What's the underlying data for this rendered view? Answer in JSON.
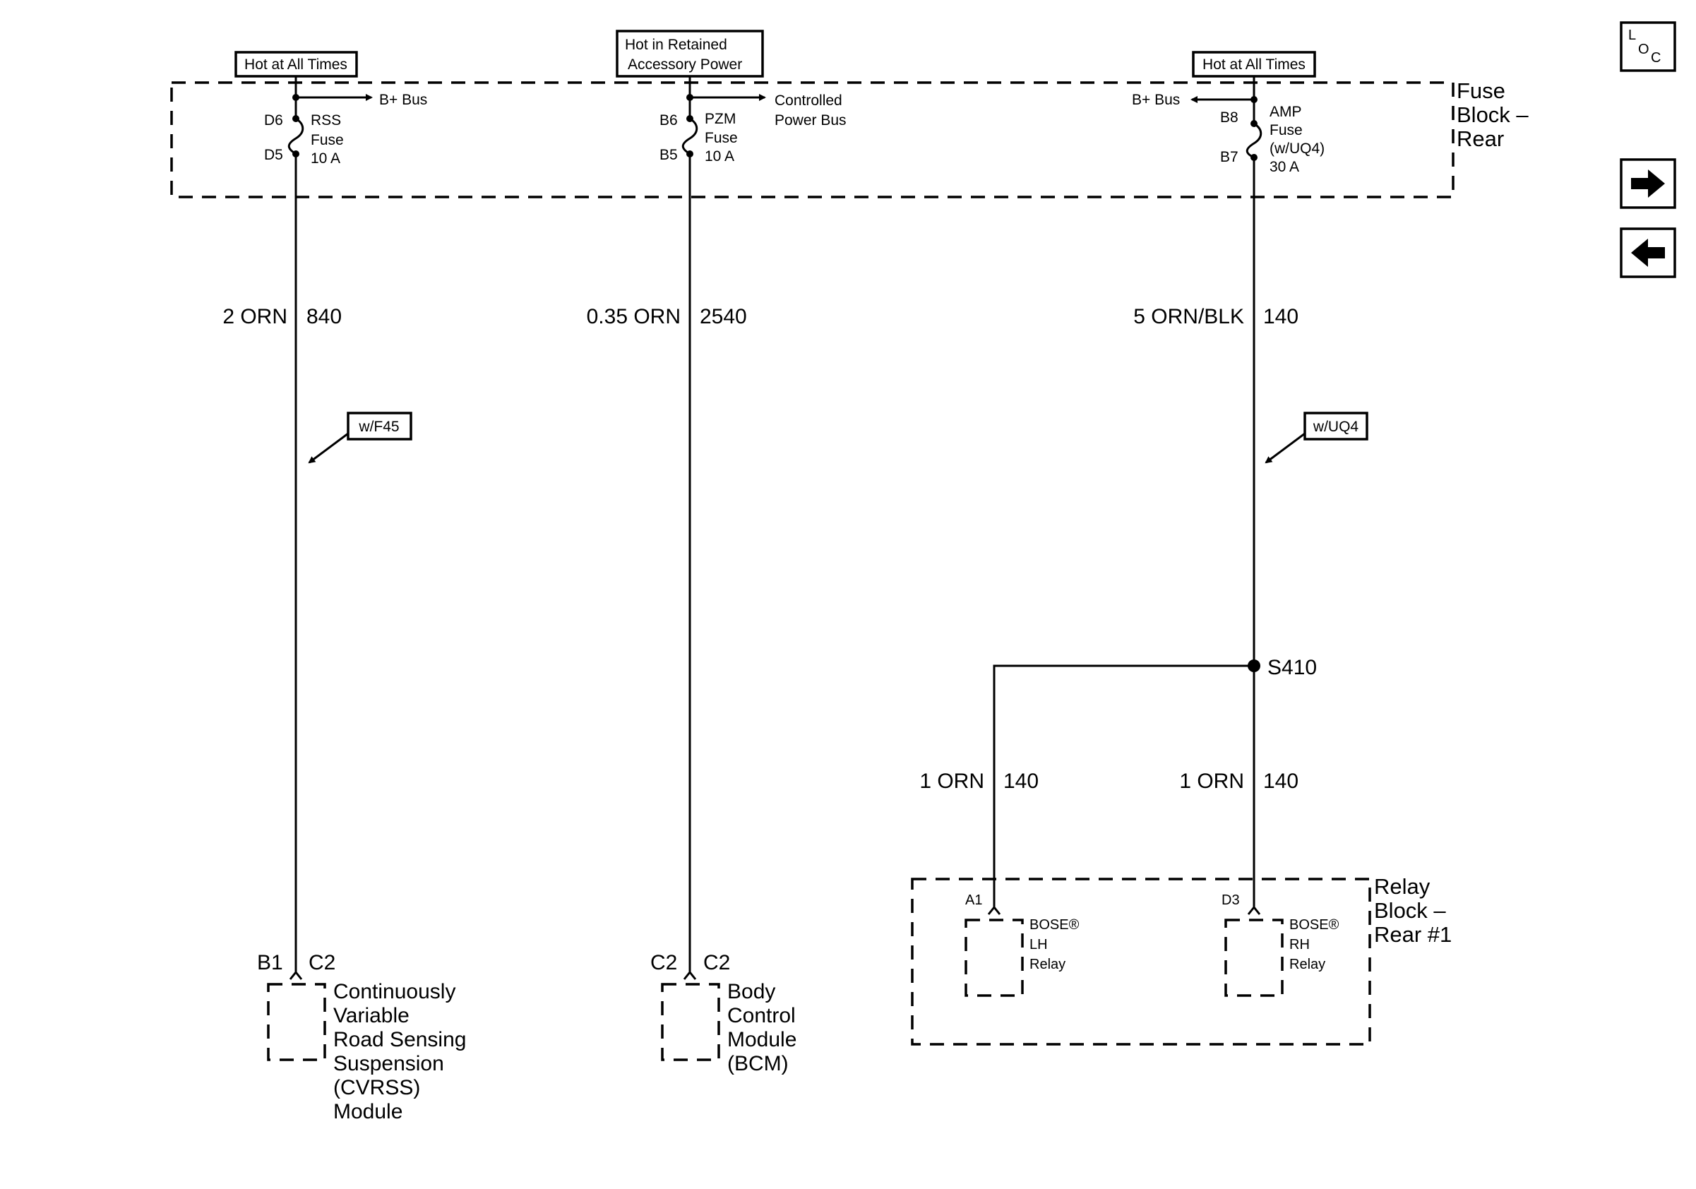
{
  "labels": {
    "hot_left": "Hot at All Times",
    "hot_mid_line1": "Hot in Retained",
    "hot_mid_line2": "Accessory Power",
    "hot_right": "Hot at All Times",
    "fuse_block_line1": "Fuse",
    "fuse_block_line2": "Block –",
    "fuse_block_line3": "Rear",
    "bplus_bus_left": "B+ Bus",
    "bplus_bus_right": "B+ Bus",
    "controlled_line1": "Controlled",
    "controlled_line2": "Power Bus",
    "rss_d6": "D6",
    "rss_d5": "D5",
    "rss_name": "RSS",
    "rss_fuse": "Fuse",
    "rss_amp": "10 A",
    "pzm_b6": "B6",
    "pzm_b5": "B5",
    "pzm_name": "PZM",
    "pzm_fuse": "Fuse",
    "pzm_amp": "10 A",
    "amp_b8": "B8",
    "amp_b7": "B7",
    "amp_name": "AMP",
    "amp_fuse": "Fuse",
    "amp_opt": "(w/UQ4)",
    "amp_amp": "30 A",
    "wire1_size": "2 ORN",
    "wire1_circuit": "840",
    "wire2_size": "0.35 ORN",
    "wire2_circuit": "2540",
    "wire3_size": "5 ORN/BLK",
    "wire3_circuit": "140",
    "opt_f45": "w/F45",
    "opt_uq4": "w/UQ4",
    "splice": "S410",
    "wire4_size": "1 ORN",
    "wire4_circuit": "140",
    "wire5_size": "1 ORN",
    "wire5_circuit": "140",
    "relay_block_line1": "Relay",
    "relay_block_line2": "Block –",
    "relay_block_line3": "Rear #1",
    "lh_pin": "A1",
    "lh_line1": "BOSE®",
    "lh_line2": "LH",
    "lh_line3": "Relay",
    "rh_pin": "D3",
    "rh_line1": "BOSE®",
    "rh_line2": "RH",
    "rh_line3": "Relay",
    "cvrss_pin": "B1",
    "cvrss_conn": "C2",
    "cvrss_line1": "Continuously",
    "cvrss_line2": "Variable",
    "cvrss_line3": "Road Sensing",
    "cvrss_line4": "Suspension",
    "cvrss_line5": "(CVRSS)",
    "cvrss_line6": "Module",
    "bcm_pin": "C2",
    "bcm_conn": "C2",
    "bcm_line1": "Body",
    "bcm_line2": "Control",
    "bcm_line3": "Module",
    "bcm_line4": "(BCM)"
  },
  "loc_button": {
    "l": "L",
    "o": "O",
    "c": "C"
  },
  "nav": {
    "next_icon": "arrow-right-icon",
    "prev_icon": "arrow-left-icon"
  }
}
